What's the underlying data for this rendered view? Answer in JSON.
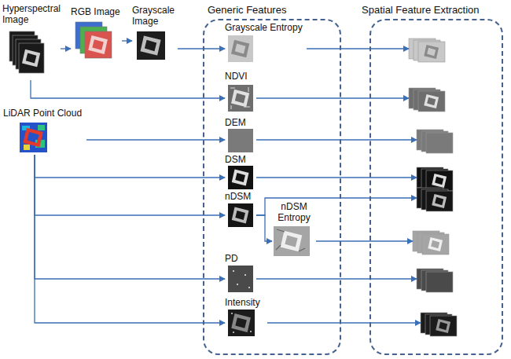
{
  "diagram": {
    "nodes": [
      {
        "text": [
          "Hyperspectral Image"
        ]
      },
      {
        "text": [
          "RGB Image"
        ]
      },
      {
        "text": [
          "Grayscale Image"
        ]
      },
      {
        "text": [
          "LiDAR Point Cloud"
        ]
      },
      {
        "text": [
          "Generic Features"
        ]
      },
      {
        "text": [
          "Grayscale Entropy"
        ],
        "in": 4
      },
      {
        "text": [
          "NDVI"
        ],
        "in": 4
      },
      {
        "text": [
          "DEM"
        ],
        "in": 4
      },
      {
        "text": [
          "DSM"
        ],
        "in": 4
      },
      {
        "text": [
          "nDSM"
        ],
        "in": 4
      },
      {
        "text": [
          "nDSM Entropy"
        ],
        "in": 4
      },
      {
        "text": [
          "PD"
        ],
        "in": 4
      },
      {
        "text": [
          "Intensity"
        ],
        "in": 4
      },
      {
        "text": [
          "Spatial Feature Extraction"
        ]
      }
    ],
    "edges": [
      {
        "from": 0,
        "to": 1,
        "arrow": "to"
      },
      {
        "from": 1,
        "to": 2,
        "arrow": "to"
      },
      {
        "from": 2,
        "to": 5,
        "arrow": "to"
      },
      {
        "from": 0,
        "to": 6,
        "arrow": "to"
      },
      {
        "from": 3,
        "to": 7,
        "arrow": "to"
      },
      {
        "from": 3,
        "to": 8,
        "arrow": "to"
      },
      {
        "from": 3,
        "to": 9,
        "arrow": "to"
      },
      {
        "from": 3,
        "to": 11,
        "arrow": "to"
      },
      {
        "from": 3,
        "to": 12,
        "arrow": "to"
      },
      {
        "from": 5,
        "to": 13,
        "arrow": "to"
      },
      {
        "from": 6,
        "to": 13,
        "arrow": "to"
      },
      {
        "from": 7,
        "to": 13,
        "arrow": "to"
      },
      {
        "from": 8,
        "to": 13,
        "arrow": "to"
      },
      {
        "from": 9,
        "to": 13,
        "arrow": "to"
      },
      {
        "from": 9,
        "to": 10,
        "arrow": "to"
      },
      {
        "from": 10,
        "to": 13,
        "arrow": "to"
      },
      {
        "from": 11,
        "to": 13,
        "arrow": "to"
      },
      {
        "from": 12,
        "to": 13,
        "arrow": "to"
      }
    ]
  }
}
